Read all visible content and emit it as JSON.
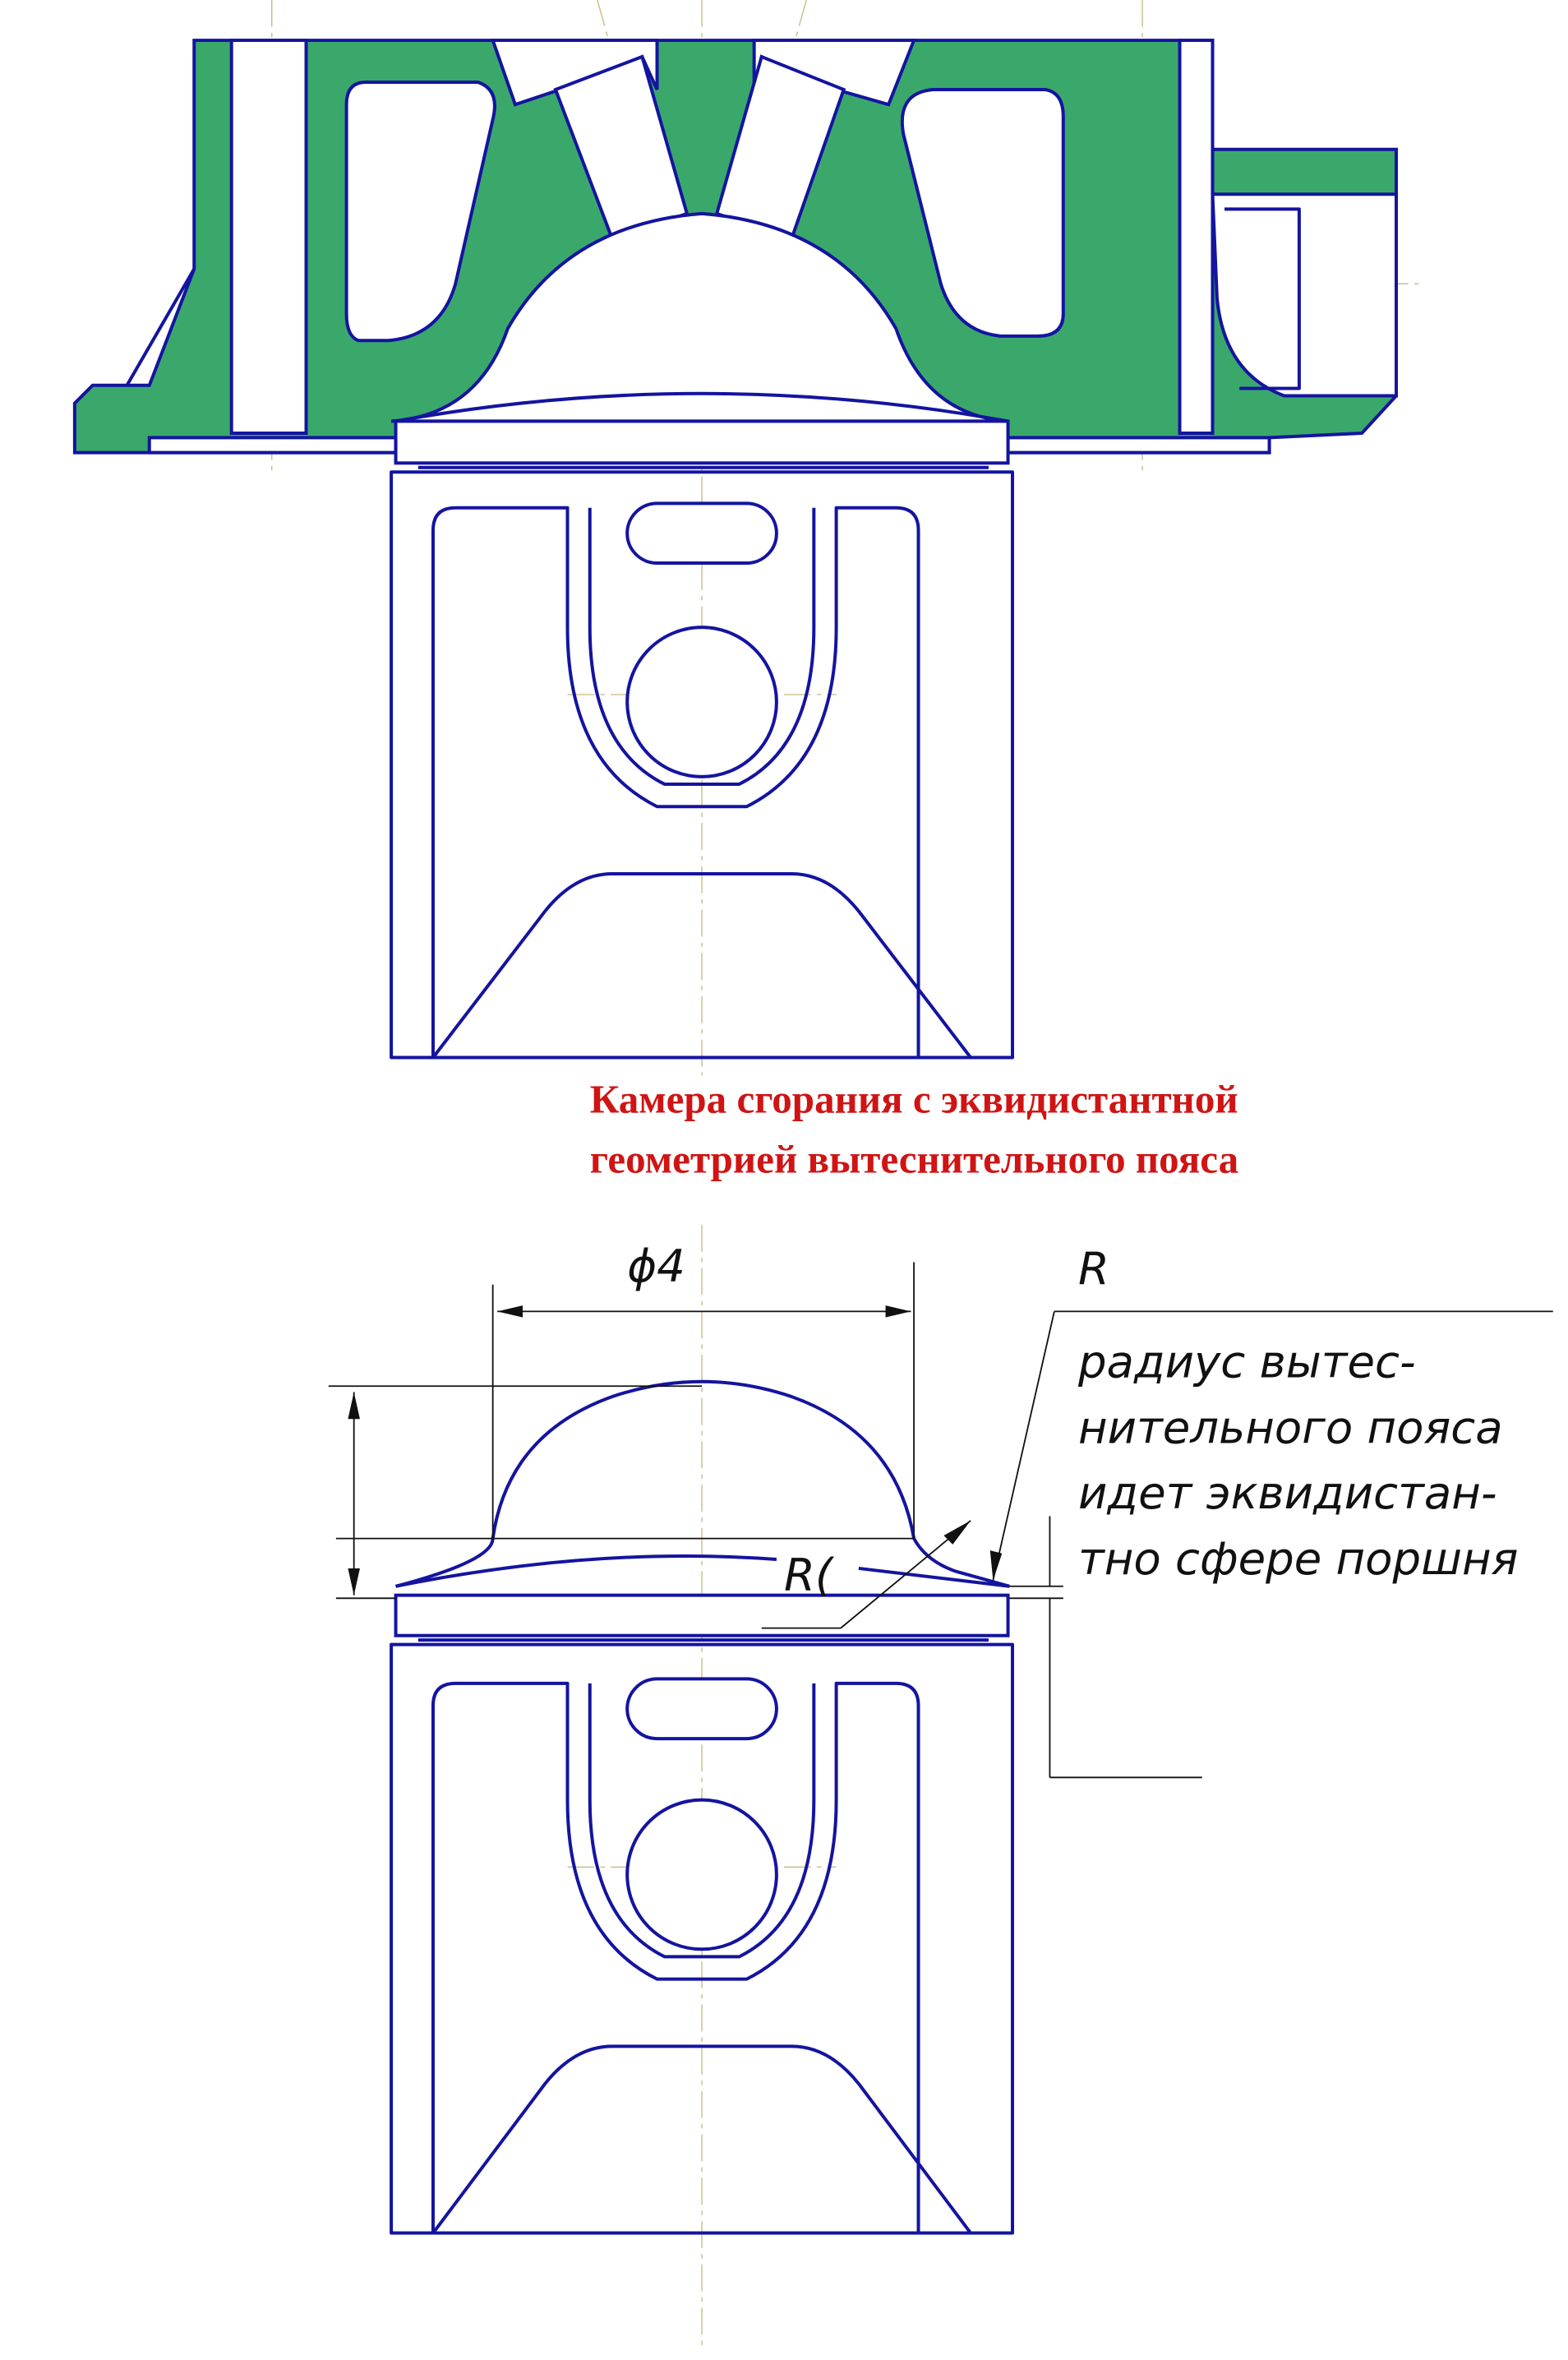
{
  "title": {
    "line1": "Камера сгорания с эквидистантной",
    "line2": "геометрией вытеснительного пояса"
  },
  "dimensions": {
    "diameter_label": "ϕ4",
    "radius_label_top": "R",
    "radius_label_inner": "R("
  },
  "annotation": {
    "lines": [
      "радиус вытес-",
      "нительного пояса",
      "идет эквидистан-",
      "тно сфере поршня"
    ]
  },
  "colors": {
    "outline": "#1414a0",
    "section_fill": "#3aa86b",
    "title": "#d01414"
  }
}
